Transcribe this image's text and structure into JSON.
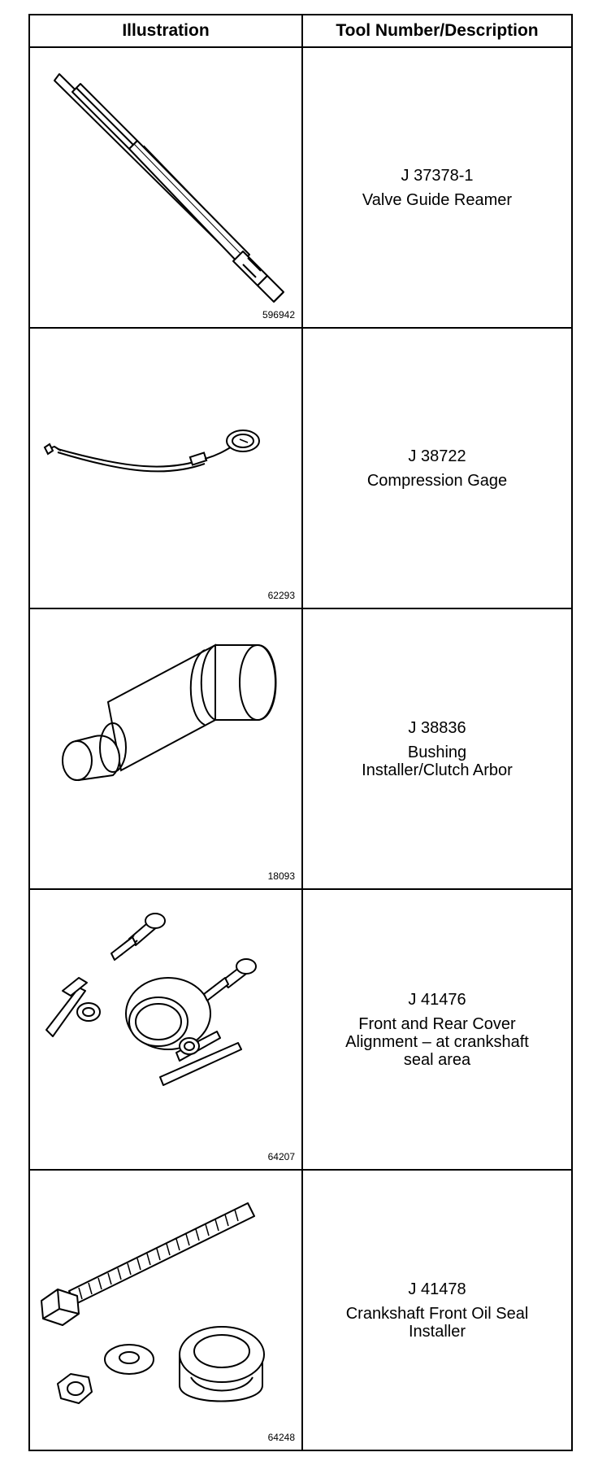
{
  "table": {
    "headers": {
      "illustration": "Illustration",
      "tool": "Tool Number/Description"
    },
    "rows": [
      {
        "figure_id": "596942",
        "icon": "valve-guide-reamer-icon",
        "tool_number": "J 37378-1",
        "description": "Valve Guide Reamer"
      },
      {
        "figure_id": "62293",
        "icon": "compression-gage-icon",
        "tool_number": "J 38722",
        "description": "Compression Gage"
      },
      {
        "figure_id": "18093",
        "icon": "bushing-installer-icon",
        "tool_number": "J 38836",
        "description": "Bushing\nInstaller/Clutch Arbor"
      },
      {
        "figure_id": "64207",
        "icon": "cover-alignment-icon",
        "tool_number": "J 41476",
        "description": "Front and Rear Cover\nAlignment – at crankshaft\nseal area"
      },
      {
        "figure_id": "64248",
        "icon": "oil-seal-installer-icon",
        "tool_number": "J 41478",
        "description": "Crankshaft Front Oil Seal\nInstaller"
      }
    ]
  }
}
